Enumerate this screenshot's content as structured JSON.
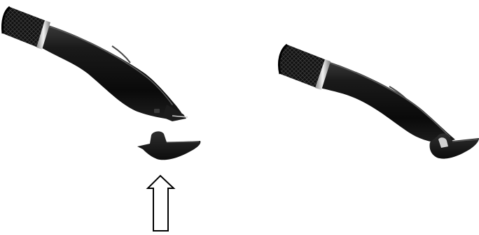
{
  "figure": {
    "panels": [
      {
        "state": "detached",
        "parts": [
          "trimmer-body",
          "trimmer-cap",
          "upward-arrow"
        ]
      },
      {
        "state": "attached",
        "parts": [
          "trimmer-body",
          "trimmer-cap"
        ]
      }
    ]
  },
  "colors": {
    "background": "#ffffff",
    "body_dark": "#0f0f0f",
    "body_highlight": "#5a5a5a",
    "knurl_line": "#3a3a3a",
    "ring": "#d8d8d8",
    "cap": "#1a1a1a",
    "arrow_stroke": "#000000",
    "arrow_fill": "#ffffff"
  },
  "icons": {
    "arrow": "up-arrow-outline-icon"
  }
}
